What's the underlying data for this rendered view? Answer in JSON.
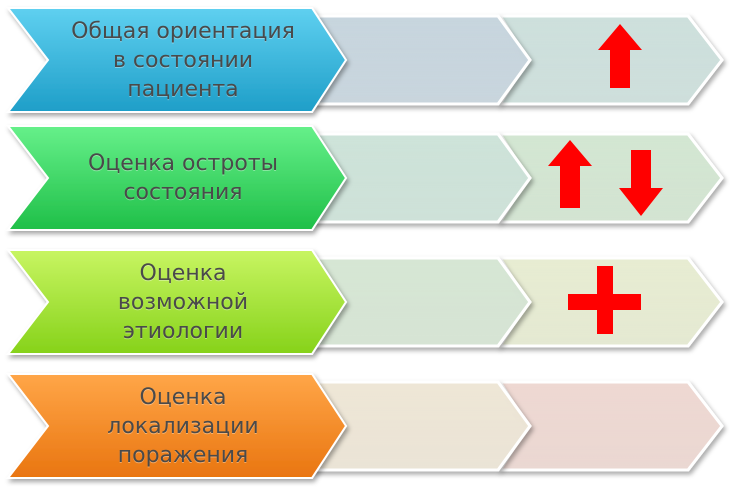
{
  "rows": [
    {
      "label": "Общая ориентация\nв состоянии\nпациента",
      "main_color_light": "#5fd0f0",
      "main_color_dark": "#1e9ec8",
      "mid_color": "#c7d5de",
      "end_color": "#cde0dc",
      "symbol": "arrow-up-icon"
    },
    {
      "label": "Оценка остроты\nсостояния",
      "main_color_light": "#66f08a",
      "main_color_dark": "#1fbf48",
      "mid_color": "#cde3d9",
      "end_color": "#d3e6d2",
      "symbol": "up-down-arrows-icon"
    },
    {
      "label": "Оценка\nвозможной\nэтиологии",
      "main_color_light": "#c8f562",
      "main_color_dark": "#86d21a",
      "mid_color": "#d6e6d4",
      "end_color": "#e7ecd2",
      "symbol": "plus-icon"
    },
    {
      "label": "Оценка\nлокализации\nпоражения",
      "main_color_light": "#ffa648",
      "main_color_dark": "#e97510",
      "mid_color": "#eee6d6",
      "end_color": "#eed8d2",
      "symbol": "none"
    }
  ],
  "symbol_color": "#ff0000"
}
